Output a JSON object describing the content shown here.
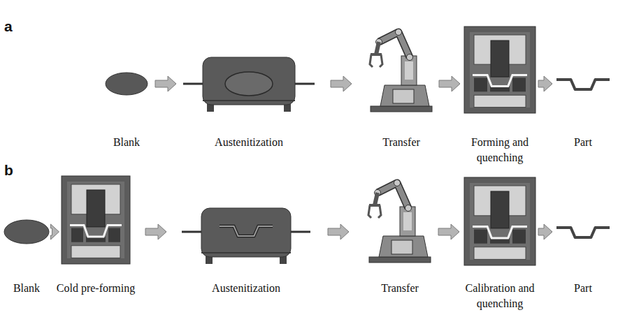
{
  "diagram": {
    "nodes": [
      {
        "text": [
          "Blank"
        ]
      },
      {
        "text": [
          "Austenitization"
        ]
      },
      {
        "text": [
          "Transfer"
        ]
      },
      {
        "text": [
          "Forming and quenching"
        ]
      },
      {
        "text": [
          "Part"
        ]
      },
      {
        "text": [
          "Blank"
        ]
      },
      {
        "text": [
          "Cold pre-forming"
        ]
      },
      {
        "text": [
          "Austenitization"
        ]
      },
      {
        "text": [
          "Transfer"
        ]
      },
      {
        "text": [
          "Calibration and quenching"
        ]
      },
      {
        "text": [
          "Part"
        ]
      }
    ],
    "edges": [
      {
        "from": 0,
        "to": 1,
        "arrow": "to"
      },
      {
        "from": 1,
        "to": 2,
        "arrow": "to"
      },
      {
        "from": 2,
        "to": 3,
        "arrow": "to"
      },
      {
        "from": 3,
        "to": 4,
        "arrow": "to"
      },
      {
        "from": 5,
        "to": 6,
        "arrow": "to"
      },
      {
        "from": 6,
        "to": 7,
        "arrow": "to"
      },
      {
        "from": 7,
        "to": 8,
        "arrow": "to"
      },
      {
        "from": 8,
        "to": 9,
        "arrow": "to"
      },
      {
        "from": 9,
        "to": 10,
        "arrow": "to"
      }
    ],
    "labels": [
      "a",
      "b"
    ]
  }
}
